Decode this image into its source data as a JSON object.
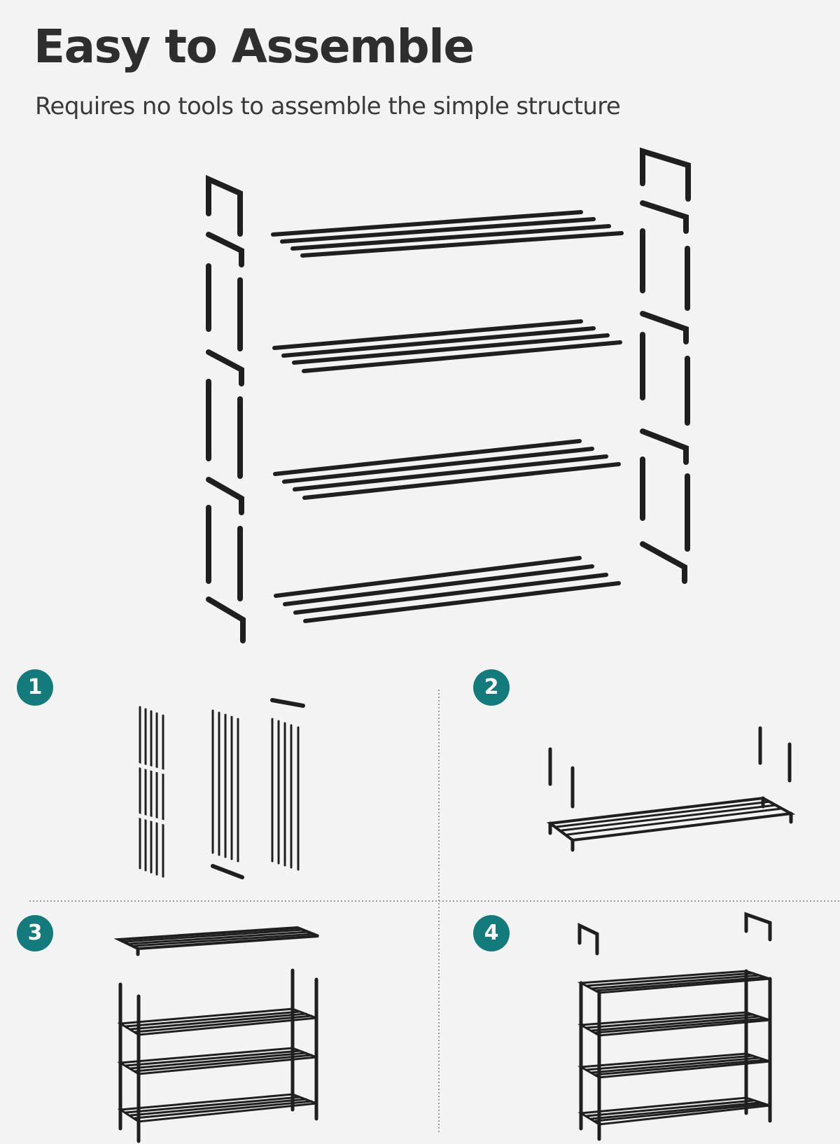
{
  "heading": {
    "title": "Easy to Assemble",
    "subtitle": "Requires no tools to assemble the simple structure"
  },
  "steps": [
    {
      "number": "1"
    },
    {
      "number": "2"
    },
    {
      "number": "3"
    },
    {
      "number": "4"
    }
  ],
  "colors": {
    "background": "#f3f3f3",
    "metal": "#1f1f1f",
    "badge": "#137b7b",
    "divider": "#9a9a9a"
  },
  "icons": {
    "exploded_view": "shoe-rack-exploded-diagram",
    "step1": "parts-layout-illustration",
    "step2": "shelf-with-posts-illustration",
    "step3": "stack-shelf-illustration",
    "step4": "add-top-caps-illustration"
  }
}
